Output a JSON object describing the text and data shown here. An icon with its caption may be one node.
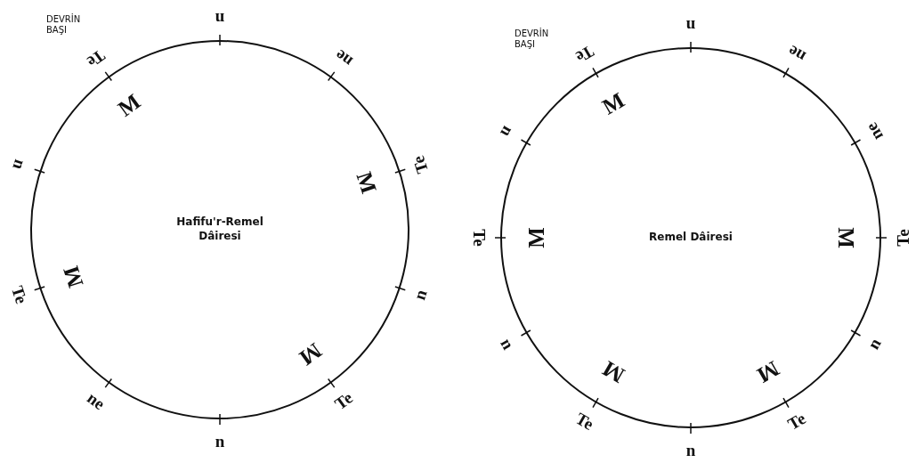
{
  "diagram": {
    "nodes": [
      {
        "text": [
          "Hafifu'r-Remel Dâiresi",
          "M",
          "M",
          "M",
          "M"
        ]
      },
      {
        "text": [
          "Remel Dâiresi",
          "M",
          "M",
          "M",
          "M",
          "M"
        ]
      }
    ],
    "labels": [
      "DEVRİN BAŞI",
      "n",
      "ne",
      "Te",
      "n",
      "Te",
      "n",
      "ne",
      "Te",
      "n",
      "Te",
      "DEVRİN BAŞI",
      "n",
      "ne",
      "ne",
      "Te",
      "n",
      "Te",
      "n",
      "Te",
      "n",
      "Te",
      "n",
      "Te"
    ]
  }
}
